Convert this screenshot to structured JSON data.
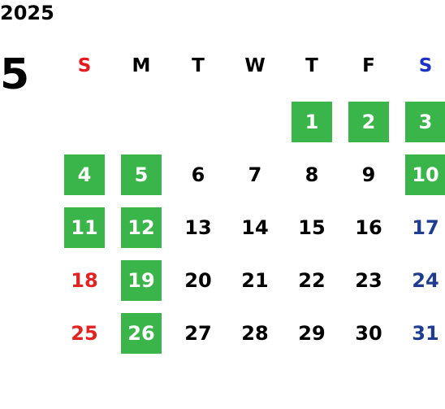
{
  "header": {
    "year": "2025",
    "month": "5"
  },
  "weekdays": [
    "S",
    "M",
    "T",
    "W",
    "T",
    "F",
    "S"
  ],
  "colors": {
    "holiday_bg": "#39b54a",
    "sunday_header": "#e8191d",
    "saturday_header": "#1c31c9",
    "sunday_text": "#e32221",
    "saturday_text": "#1f3c93",
    "weekday_text": "#000000",
    "holiday_text": "#ffffff"
  },
  "days": [
    {
      "label": "",
      "type": "empty"
    },
    {
      "label": "",
      "type": "empty"
    },
    {
      "label": "",
      "type": "empty"
    },
    {
      "label": "",
      "type": "empty"
    },
    {
      "label": "1",
      "type": "holiday"
    },
    {
      "label": "2",
      "type": "holiday"
    },
    {
      "label": "3",
      "type": "holiday"
    },
    {
      "label": "4",
      "type": "holiday"
    },
    {
      "label": "5",
      "type": "holiday"
    },
    {
      "label": "6",
      "type": "weekday"
    },
    {
      "label": "7",
      "type": "weekday"
    },
    {
      "label": "8",
      "type": "weekday"
    },
    {
      "label": "9",
      "type": "weekday"
    },
    {
      "label": "10",
      "type": "holiday"
    },
    {
      "label": "11",
      "type": "holiday"
    },
    {
      "label": "12",
      "type": "holiday"
    },
    {
      "label": "13",
      "type": "weekday"
    },
    {
      "label": "14",
      "type": "weekday"
    },
    {
      "label": "15",
      "type": "weekday"
    },
    {
      "label": "16",
      "type": "weekday"
    },
    {
      "label": "17",
      "type": "saturday"
    },
    {
      "label": "18",
      "type": "sunday"
    },
    {
      "label": "19",
      "type": "holiday"
    },
    {
      "label": "20",
      "type": "weekday"
    },
    {
      "label": "21",
      "type": "weekday"
    },
    {
      "label": "22",
      "type": "weekday"
    },
    {
      "label": "23",
      "type": "weekday"
    },
    {
      "label": "24",
      "type": "saturday"
    },
    {
      "label": "25",
      "type": "sunday"
    },
    {
      "label": "26",
      "type": "holiday"
    },
    {
      "label": "27",
      "type": "weekday"
    },
    {
      "label": "28",
      "type": "weekday"
    },
    {
      "label": "29",
      "type": "weekday"
    },
    {
      "label": "30",
      "type": "weekday"
    },
    {
      "label": "31",
      "type": "saturday"
    }
  ]
}
